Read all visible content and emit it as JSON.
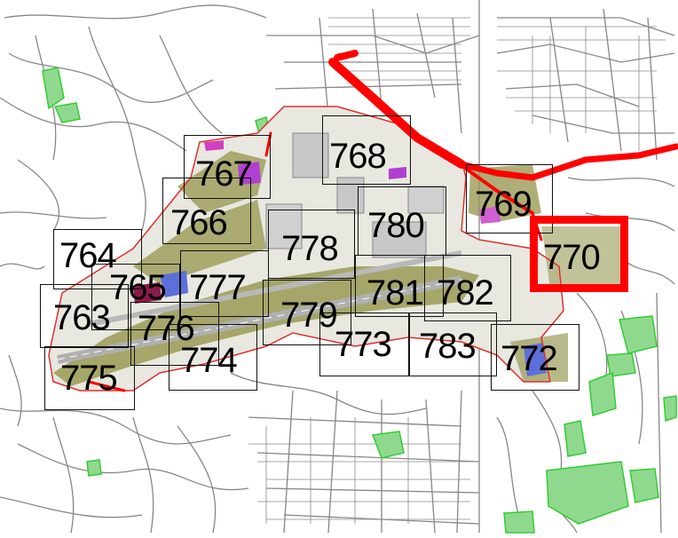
{
  "map": {
    "colors": {
      "streets": "#7a7a7a",
      "roads_major": "#ff0000",
      "green_areas": "#33cc33",
      "airport_fill": "#9a9a55",
      "runway": "#b0b0b0",
      "highlight": "#ff0000",
      "label": "#000000",
      "frame": "#111111"
    },
    "tiles": [
      {
        "id": "763",
        "label": "763"
      },
      {
        "id": "764",
        "label": "764"
      },
      {
        "id": "765",
        "label": "765"
      },
      {
        "id": "766",
        "label": "766"
      },
      {
        "id": "767",
        "label": "767"
      },
      {
        "id": "768",
        "label": "768"
      },
      {
        "id": "769",
        "label": "769"
      },
      {
        "id": "770",
        "label": "770",
        "highlighted": true
      },
      {
        "id": "772",
        "label": "772"
      },
      {
        "id": "773",
        "label": "773"
      },
      {
        "id": "774",
        "label": "774"
      },
      {
        "id": "775",
        "label": "775"
      },
      {
        "id": "776",
        "label": "776"
      },
      {
        "id": "777",
        "label": "777"
      },
      {
        "id": "778",
        "label": "778"
      },
      {
        "id": "779",
        "label": "779"
      },
      {
        "id": "780",
        "label": "780"
      },
      {
        "id": "781",
        "label": "781"
      },
      {
        "id": "782",
        "label": "782"
      },
      {
        "id": "783",
        "label": "783"
      }
    ]
  }
}
